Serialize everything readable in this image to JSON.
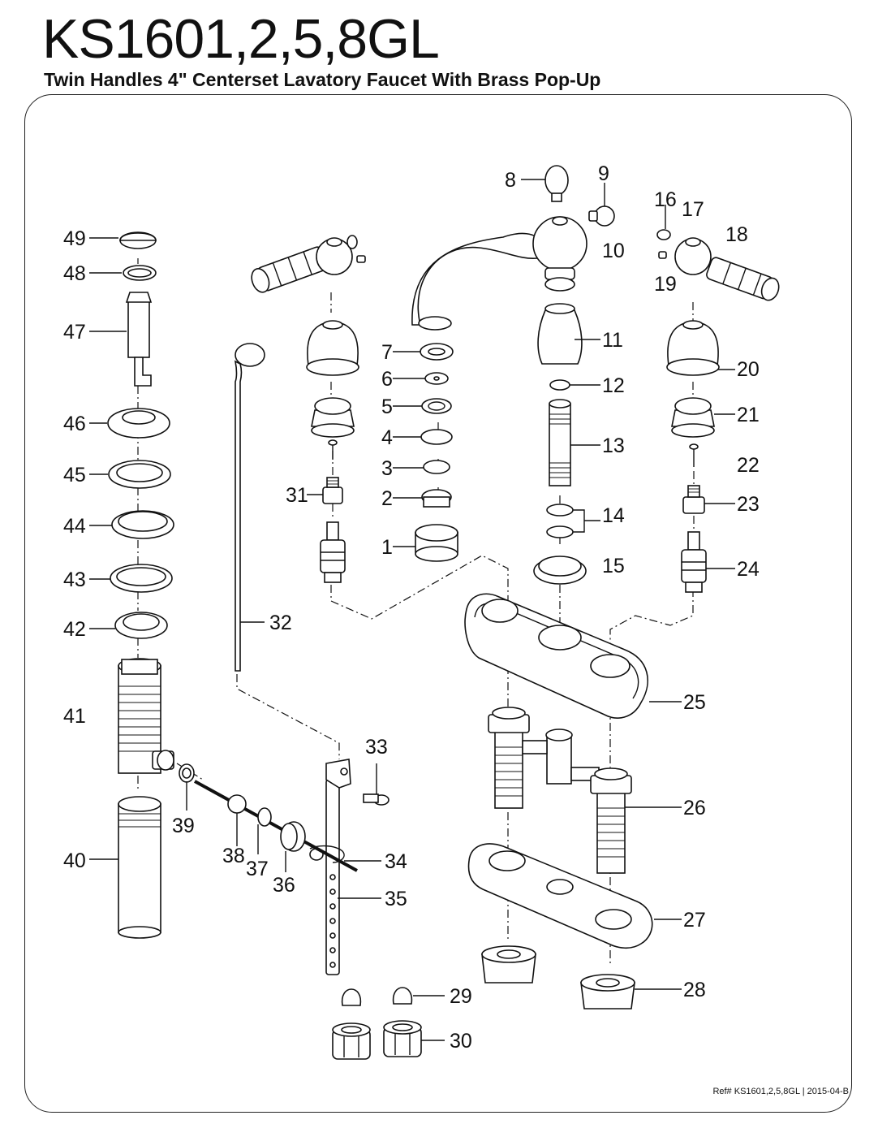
{
  "header": {
    "model": "KS1601,2,5,8GL",
    "subtitle": "Twin Handles 4\" Centerset Lavatory Faucet With Brass Pop-Up"
  },
  "footer": {
    "reference": "Ref# KS1601,2,5,8GL | 2015-04-B"
  },
  "parts": [
    {
      "num": "1"
    },
    {
      "num": "2"
    },
    {
      "num": "3"
    },
    {
      "num": "4"
    },
    {
      "num": "5"
    },
    {
      "num": "6"
    },
    {
      "num": "7"
    },
    {
      "num": "8"
    },
    {
      "num": "9"
    },
    {
      "num": "10"
    },
    {
      "num": "11"
    },
    {
      "num": "12"
    },
    {
      "num": "13"
    },
    {
      "num": "14"
    },
    {
      "num": "15"
    },
    {
      "num": "16"
    },
    {
      "num": "17"
    },
    {
      "num": "18"
    },
    {
      "num": "19"
    },
    {
      "num": "20"
    },
    {
      "num": "21"
    },
    {
      "num": "22"
    },
    {
      "num": "23"
    },
    {
      "num": "24"
    },
    {
      "num": "25"
    },
    {
      "num": "26"
    },
    {
      "num": "27"
    },
    {
      "num": "28"
    },
    {
      "num": "29"
    },
    {
      "num": "30"
    },
    {
      "num": "31"
    },
    {
      "num": "32"
    },
    {
      "num": "33"
    },
    {
      "num": "34"
    },
    {
      "num": "35"
    },
    {
      "num": "36"
    },
    {
      "num": "37"
    },
    {
      "num": "38"
    },
    {
      "num": "39"
    },
    {
      "num": "40"
    },
    {
      "num": "41"
    },
    {
      "num": "42"
    },
    {
      "num": "43"
    },
    {
      "num": "44"
    },
    {
      "num": "45"
    },
    {
      "num": "46"
    },
    {
      "num": "47"
    },
    {
      "num": "48"
    },
    {
      "num": "49"
    }
  ]
}
